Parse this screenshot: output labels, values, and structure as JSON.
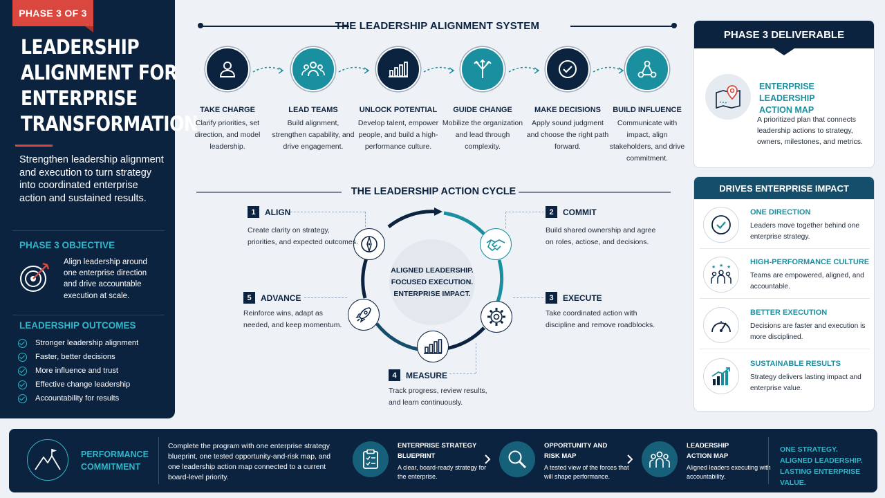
{
  "left_panel": {
    "phase_tag": "PHASE 3 OF 3",
    "title_lines": [
      "LEADERSHIP",
      "ALIGNMENT FOR",
      "ENTERPRISE",
      "TRANSFORMATION"
    ],
    "subtitle": "Strengthen leadership alignment and execution to turn strategy into coordinated enterprise action and sustained results.",
    "objective_heading": "PHASE 3 OBJECTIVE",
    "objective_text": "Align leadership around one enterprise direction and drive accountable execution at scale.",
    "outcomes_heading": "LEADERSHIP OUTCOMES",
    "outcomes": [
      "Stronger leadership alignment",
      "Faster, better decisions",
      "More influence and trust",
      "Effective change leadership",
      "Accountability for results"
    ]
  },
  "system": {
    "title": "THE LEADERSHIP ALIGNMENT SYSTEM",
    "steps": [
      {
        "title": "TAKE CHARGE",
        "desc": "Clarify priorities, set direction, and model leadership.",
        "icon": "person-icon"
      },
      {
        "title": "LEAD TEAMS",
        "desc": "Build alignment, strengthen capability, and drive engagement.",
        "icon": "team-icon"
      },
      {
        "title": "UNLOCK POTENTIAL",
        "desc": "Develop talent, empower people, and build a high-performance culture.",
        "icon": "bar-chart-icon"
      },
      {
        "title": "GUIDE CHANGE",
        "desc": "Mobilize the organization and lead through complexity.",
        "icon": "split-arrows-icon"
      },
      {
        "title": "MAKE DECISIONS",
        "desc": "Apply sound judgment and choose the right path forward.",
        "icon": "check-circle-icon"
      },
      {
        "title": "BUILD INFLUENCE",
        "desc": "Communicate with impact, align stakeholders, and drive commitment.",
        "icon": "network-icon"
      }
    ]
  },
  "cycle": {
    "title": "THE LEADERSHIP ACTION CYCLE",
    "center_text": [
      "ALIGNED LEADERSHIP.",
      "FOCUSED EXECUTION.",
      "ENTERPRISE IMPACT."
    ],
    "steps": [
      {
        "num": "1",
        "title": "ALIGN",
        "desc": "Create clarity on strategy, priorities, and expected outcomes.",
        "icon": "compass-icon"
      },
      {
        "num": "2",
        "title": "COMMIT",
        "desc": "Build shared ownership and agree on roles, actiose, and decisions.",
        "icon": "handshake-icon"
      },
      {
        "num": "3",
        "title": "EXECUTE",
        "desc": "Take coordinated action with discipline and remove roadblocks.",
        "icon": "gear-icon"
      },
      {
        "num": "4",
        "title": "MEASURE",
        "desc": "Track progress, review results, and learn continuously.",
        "icon": "bar-chart-icon"
      },
      {
        "num": "5",
        "title": "ADVANCE",
        "desc": "Reinforce wins, adapt as needed, and keep momentum.",
        "icon": "rocket-icon"
      }
    ]
  },
  "deliverable": {
    "heading": "PHASE 3 DELIVERABLE",
    "name_lines": [
      "ENTERPRISE LEADERSHIP",
      "ACTION MAP"
    ],
    "desc": "A prioritized plan that connects leadership actions to strategy, owners, milestones, and metrics.",
    "icon": "map-pin-icon"
  },
  "impact": {
    "heading": "DRIVES ENTERPRISE IMPACT",
    "items": [
      {
        "title": "ONE DIRECTION",
        "desc": "Leaders move together behind one enterprise strategy.",
        "icon": "check-circle-icon"
      },
      {
        "title": "HIGH-PERFORMANCE CULTURE",
        "desc": "Teams are empowered, aligned, and accountable.",
        "icon": "team-stars-icon"
      },
      {
        "title": "BETTER EXECUTION",
        "desc": "Decisions are faster and execution is more disciplined.",
        "icon": "gauge-icon"
      },
      {
        "title": "SUSTAINABLE RESULTS",
        "desc": "Strategy delivers lasting impact and enterprise value.",
        "icon": "growth-chart-icon"
      }
    ]
  },
  "bottom": {
    "perf_label_lines": [
      "PERFORMANCE",
      "COMMITMENT"
    ],
    "perf_text": "Complete the program with one enterprise strategy blueprint, one tested opportunity-and-risk map, and one leadership action map connected to a current board-level priority.",
    "items": [
      {
        "title_lines": [
          "ENTERPRISE STRATEGY",
          "BLUEPRINT"
        ],
        "desc": "A clear, board-ready strategy for the enterprise.",
        "icon": "clipboard-icon"
      },
      {
        "title_lines": [
          "OPPORTUNITY AND",
          "RISK MAP"
        ],
        "desc": "A tested view of the forces that will shape performance.",
        "icon": "magnifier-icon"
      },
      {
        "title_lines": [
          "LEADERSHIP",
          "ACTION MAP"
        ],
        "desc": "Aligned leaders executing with accountability.",
        "icon": "team-icon"
      }
    ],
    "tagline_lines": [
      "ONE STRATEGY.",
      "ALIGNED LEADERSHIP.",
      "LASTING ENTERPRISE VALUE."
    ]
  },
  "colors": {
    "navy": "#0c2340",
    "teal": "#1a8fa0",
    "accent_teal": "#33b4c9",
    "red": "#d9473f"
  }
}
